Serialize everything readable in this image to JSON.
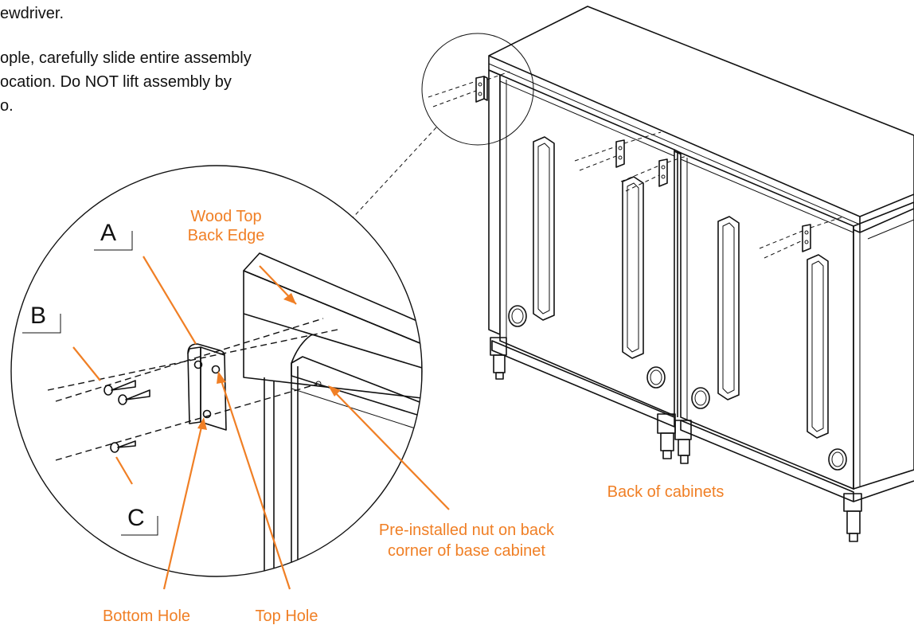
{
  "instructions": {
    "line1": "ewdriver.",
    "line2": "ople, carefully slide entire assembly",
    "line3": "ocation.  Do NOT lift assembly by",
    "line4": "o."
  },
  "callouts": {
    "wood_top_line1": "Wood Top",
    "wood_top_line2": "Back Edge",
    "letter_a": "A",
    "letter_b": "B",
    "letter_c": "C",
    "nut_line1": "Pre-installed nut on back",
    "nut_line2": "corner of base cabinet",
    "back_of_cabinets": "Back of cabinets",
    "bottom_hole": "Bottom Hole",
    "top_hole": "Top Hole"
  },
  "colors": {
    "accent": "#f07f25",
    "line": "#111111"
  }
}
